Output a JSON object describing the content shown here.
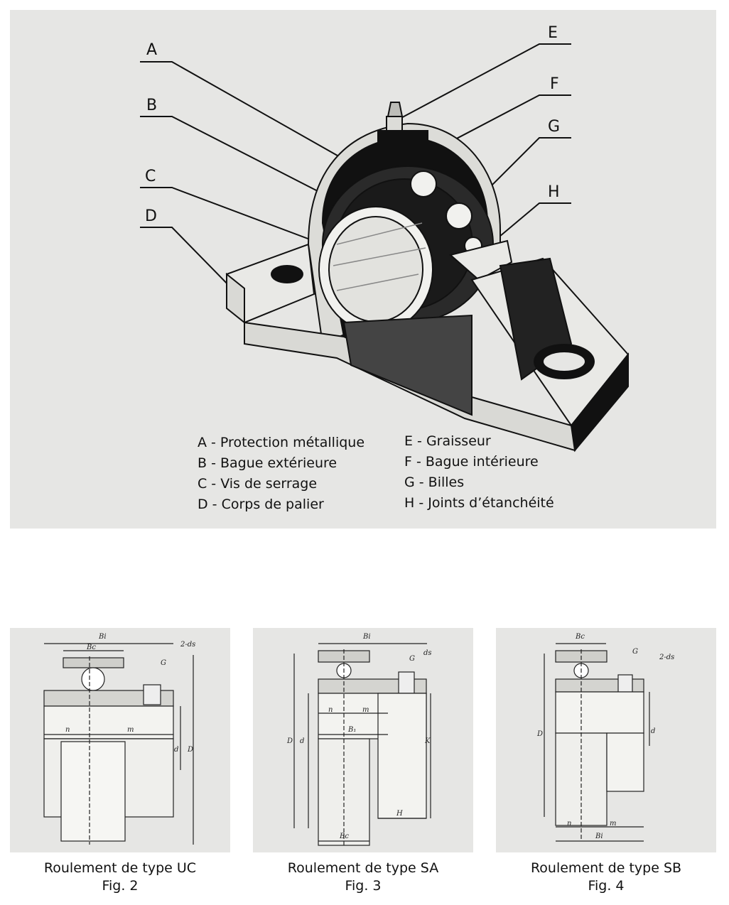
{
  "callouts": {
    "A": "A",
    "B": "B",
    "C": "C",
    "D": "D",
    "E": "E",
    "F": "F",
    "G": "G",
    "H": "H"
  },
  "legend": {
    "left": [
      "A - Protection métallique",
      "B - Bague extérieure",
      "C - Vis de serrage",
      "D - Corps de palier"
    ],
    "right": [
      "E - Graisseur",
      "F - Bague intérieure",
      "G - Billes",
      "H - Joints d’étanchéité"
    ]
  },
  "figures": [
    {
      "caption": "Roulement de type UC",
      "fig": "Fig. 2",
      "dims": {
        "Bi": "Bi",
        "Bc": "Bc",
        "ds": "2-ds",
        "G": "G",
        "n": "n",
        "m": "m",
        "d": "d",
        "D": "D"
      }
    },
    {
      "caption": "Roulement de type SA",
      "fig": "Fig. 3",
      "dims": {
        "Bi": "Bi",
        "ds": "ds",
        "G": "G",
        "n": "n",
        "m": "m",
        "B1": "B₁",
        "D": "D",
        "d": "d",
        "K": "K",
        "H": "H",
        "Bc": "Bc"
      }
    },
    {
      "caption": "Roulement de type SB",
      "fig": "Fig. 4",
      "dims": {
        "Bc": "Bc",
        "G": "G",
        "ds": "2-ds",
        "D": "D",
        "d": "d",
        "n": "n",
        "m": "m",
        "Bi": "Bi"
      }
    }
  ],
  "colors": {
    "panel": "#e6e6e4",
    "ink": "#111111"
  }
}
